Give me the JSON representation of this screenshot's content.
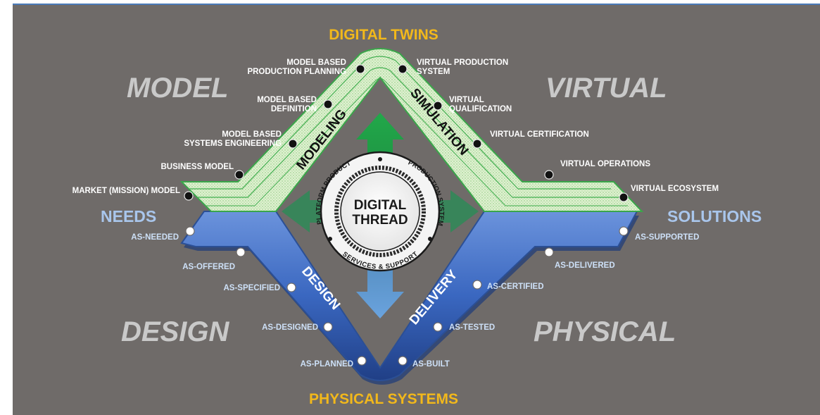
{
  "titles": {
    "top": "DIGITAL TWINS",
    "bottom": "PHYSICAL SYSTEMS",
    "left": "NEEDS",
    "right": "SOLUTIONS"
  },
  "quadrants": {
    "top_left": "MODEL",
    "top_right": "VIRTUAL",
    "bottom_left": "DESIGN",
    "bottom_right": "PHYSICAL"
  },
  "bands": {
    "modeling": "MODELING",
    "simulation": "SIMULATION",
    "design": "DESIGN",
    "delivery": "DELIVERY"
  },
  "center": {
    "line1": "DIGITAL",
    "line2": "THREAD",
    "ring_left": "PLATFORM PRODUCT",
    "ring_right": "PRODUCTION SYSTEM",
    "ring_bottom": "SERVICES & SUPPORT"
  },
  "model_milestones": [
    {
      "lines": [
        "MARKET (MISSION) MODEL"
      ]
    },
    {
      "lines": [
        "BUSINESS MODEL"
      ]
    },
    {
      "lines": [
        "MODEL BASED",
        "SYSTEMS ENGINEERING"
      ]
    },
    {
      "lines": [
        "MODEL BASED",
        "DEFINITION"
      ]
    },
    {
      "lines": [
        "MODEL BASED",
        "PRODUCTION PLANNING"
      ]
    }
  ],
  "virtual_milestones": [
    {
      "lines": [
        "VIRTUAL PRODUCTION",
        "SYSTEM"
      ]
    },
    {
      "lines": [
        "VIRTUAL",
        "QUALIFICATION"
      ]
    },
    {
      "lines": [
        "VIRTUAL CERTIFICATION"
      ]
    },
    {
      "lines": [
        "VIRTUAL OPERATIONS"
      ]
    },
    {
      "lines": [
        "VIRTUAL ECOSYSTEM"
      ]
    }
  ],
  "design_milestones": [
    "AS-NEEDED",
    "AS-OFFERED",
    "AS-SPECIFIED",
    "AS-DESIGNED",
    "AS-PLANNED"
  ],
  "delivery_milestones": [
    "AS-BUILT",
    "AS-TESTED",
    "AS-CERTIFIED",
    "AS-DELIVERED",
    "AS-SUPPORTED"
  ],
  "colors": {
    "background": "#6f6b69",
    "top_band": "#d8efc8",
    "top_band_edge": "#3aa64a",
    "bottom_band": "#3f6fc6",
    "bottom_band_edge": "#2b4f95",
    "arrow_green": "#21a04a",
    "arrow_blue": "#5f97d6",
    "header": "#f2b81b",
    "side_label": "#a9c6ec",
    "quadrant_label": "#c9c9c9"
  }
}
